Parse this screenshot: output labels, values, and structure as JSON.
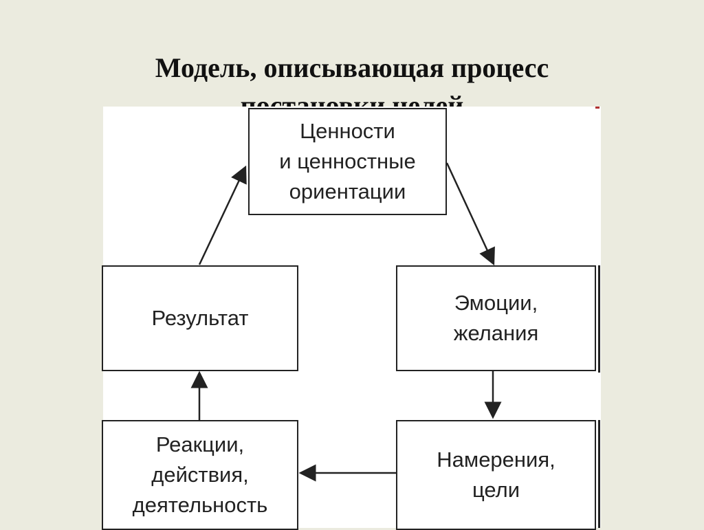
{
  "title": {
    "line1": "Модель, описывающая процесс",
    "line2": "постановки целей"
  },
  "nodes": {
    "values": {
      "line1": "Ценности",
      "line2": "и ценностные",
      "line3": "ориентации"
    },
    "result": {
      "line1": "Результат"
    },
    "emotions": {
      "line1": "Эмоции,",
      "line2": "желания"
    },
    "reactions": {
      "line1": "Реакции,",
      "line2": "действия,",
      "line3": "деятельность"
    },
    "intentions": {
      "line1": "Намерения,",
      "line2": "цели"
    }
  },
  "colors": {
    "background": "#ebebdf",
    "diagram_bg": "#ffffff",
    "stroke": "#222222"
  }
}
